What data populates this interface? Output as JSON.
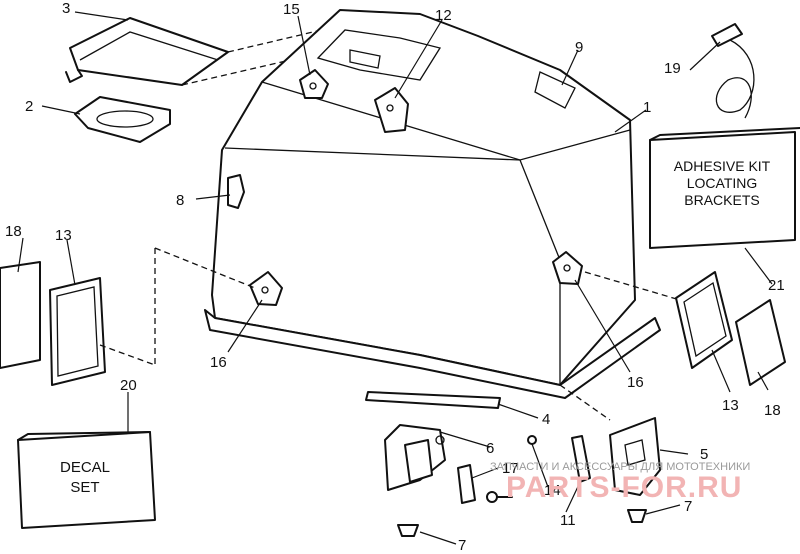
{
  "callouts": {
    "c1": "1",
    "c2": "2",
    "c3": "3",
    "c4": "4",
    "c5": "5",
    "c6": "6",
    "c7a": "7",
    "c7b": "7",
    "c8": "8",
    "c9": "9",
    "c11": "11",
    "c12": "12",
    "c13a": "13",
    "c13b": "13",
    "c14": "14",
    "c15": "15",
    "c16a": "16",
    "c16b": "16",
    "c17": "17",
    "c18a": "18",
    "c18b": "18",
    "c19": "19",
    "c20": "20",
    "c21": "21"
  },
  "adhesive_box": {
    "line1": "ADHESIVE KIT",
    "line2": "LOCATING",
    "line3": "BRACKETS"
  },
  "decal_box": {
    "line1": "DECAL",
    "line2": "SET"
  },
  "watermark": {
    "text_small": "ЗАПЧАСТИ И АКСЕССУАРЫ ДЛЯ МОТОТЕХНИКИ",
    "text_large": "PARTS-FOR.RU"
  }
}
